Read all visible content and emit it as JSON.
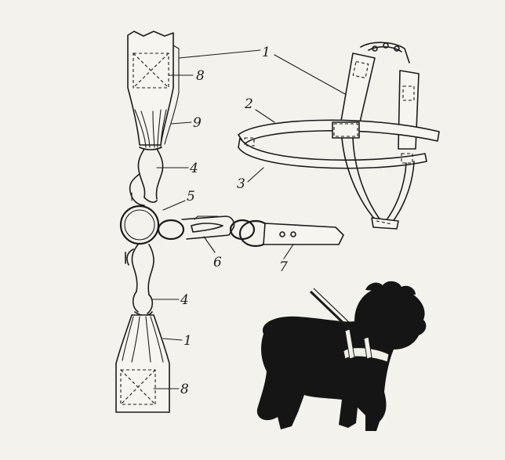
{
  "figure": {
    "callouts": {
      "strap": "1",
      "ring_strap_upper": "2",
      "ring_strap_lower": "3",
      "snap_hook": "4",
      "ring": "5",
      "leash_clip": "6",
      "leash": "7",
      "stitch_patch": "8",
      "gathered_end": "9"
    }
  },
  "colors": {
    "ink": "#1c1c1c",
    "paper": "#f3f2ec",
    "dog": "#151515"
  }
}
